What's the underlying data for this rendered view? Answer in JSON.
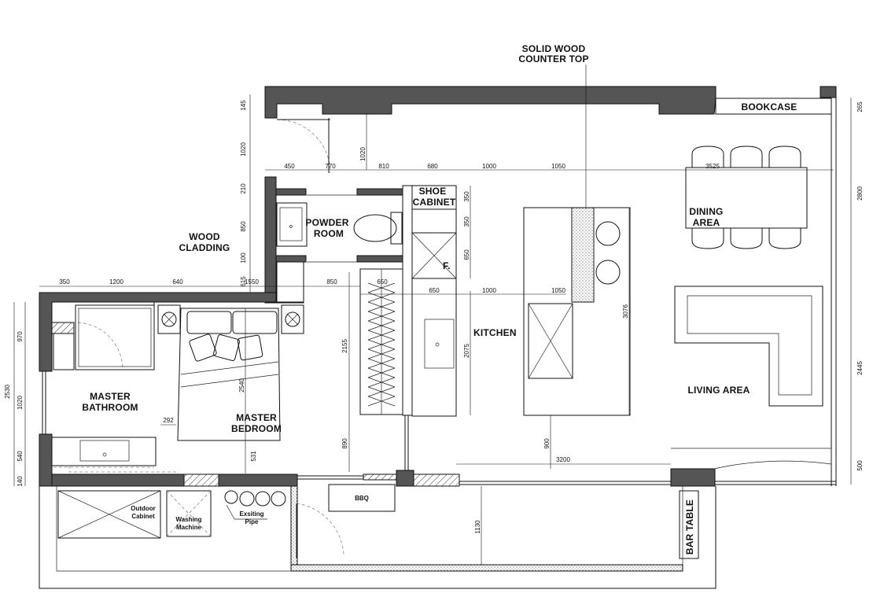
{
  "labels": {
    "solid_wood_1": "SOLID WOOD",
    "solid_wood_2": "COUNTER TOP",
    "bookcase": "BOOKCASE",
    "shoe_1": "SHOE",
    "shoe_2": "CABINET",
    "powder_1": "POWDER",
    "powder_2": "ROOM",
    "wood_cladding_1": "WOOD",
    "wood_cladding_2": "CLADDING",
    "fridge": "F.",
    "kitchen": "KITCHEN",
    "dining_1": "DINING",
    "dining_2": "AREA",
    "living": "LIVING AREA",
    "master_bath_1": "MASTER",
    "master_bath_2": "BATHROOM",
    "master_bed_1": "MASTER",
    "master_bed_2": "BEDROOM",
    "bbq": "BBQ",
    "outdoor_1": "Outdoor",
    "outdoor_2": "Cabinet",
    "washing_1": "Washing",
    "washing_2": "Machine",
    "existing_1": "Exsiting",
    "existing_2": "Pipe",
    "bar_table": "BAR TABLE"
  },
  "dims": {
    "d145": "145",
    "d1020a": "1020",
    "d210": "210",
    "d850a": "850",
    "d100": "100",
    "d615": "615",
    "d450": "450",
    "d770": "770",
    "d1020b": "1020",
    "d810": "810",
    "d680": "680",
    "d1000a": "1000",
    "d1050a": "1050",
    "d3525": "3525",
    "d265": "265",
    "d2800": "2800",
    "d350a": "350",
    "d350b": "350",
    "d650a": "650",
    "d350c": "350",
    "d1200": "1200",
    "d640": "640",
    "d1550": "1550",
    "d850b": "850",
    "d650b": "650",
    "d650c": "650",
    "d1000b": "1000",
    "d1050b": "1050",
    "d3076": "3076",
    "d970": "970",
    "d2530": "2530",
    "d1020c": "1020",
    "d540": "540",
    "d140": "140",
    "d292": "292",
    "d2540": "2540",
    "d531": "531",
    "d2155": "2155",
    "d2075": "2075",
    "d890": "890",
    "d900": "900",
    "d3200": "3200",
    "d1130": "1130",
    "d2445": "2445",
    "d500": "500"
  }
}
